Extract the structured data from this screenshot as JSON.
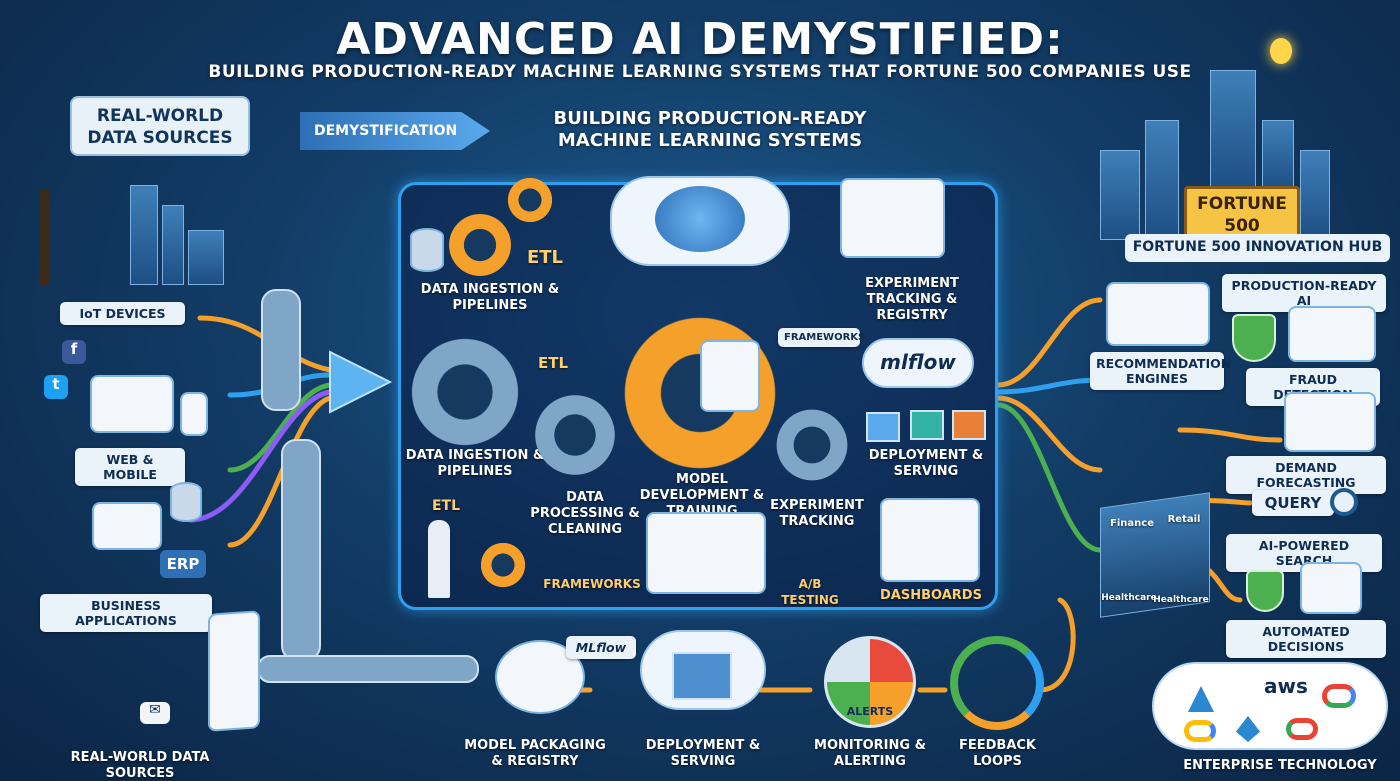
{
  "header": {
    "title": "ADVANCED AI DEMYSTIFIED:",
    "subtitle": "BUILDING PRODUCTION-READY MACHINE LEARNING SYSTEMS THAT FORTUNE 500 COMPANIES USE"
  },
  "left": {
    "sources_title": "REAL-WORLD DATA SOURCES",
    "demystification": "DEMYSTIFICATION",
    "iot": "IoT DEVICES",
    "web_mobile": "WEB & MOBILE",
    "business_apps": "BUSINESS APPLICATIONS",
    "erp": "ERP",
    "real_world_bottom": "REAL-WORLD DATA SOURCES"
  },
  "core": {
    "heading": "BUILDING PRODUCTION-READY MACHINE LEARNING SYSTEMS",
    "etl_1": "ETL",
    "etl_2": "ETL",
    "etl_3": "ETL",
    "ingestion_top": "DATA INGESTION & PIPELINES",
    "ingestion_mid": "DATA INGESTION & PIPELINES",
    "processing": "DATA PROCESSING & CLEANING",
    "model_dev": "MODEL DEVELOPMENT & TRAINING",
    "experiment_registry": "EXPERIMENT TRACKING & REGISTRY",
    "frameworks_top": "FRAMEWORKS",
    "mlflow_core": "mlflow",
    "deploy_serving": "DEPLOYMENT & SERVING",
    "experiment_tracking": "EXPERIMENT TRACKING",
    "frameworks_bottom": "FRAMEWORKS",
    "ab_testing": "A/B TESTING",
    "dashboards": "DASHBOARDS"
  },
  "bottom": {
    "mlflow_badge": "MLflow",
    "packaging": "MODEL PACKAGING & REGISTRY",
    "deployment": "DEPLOYMENT & SERVING",
    "alerts": "ALERTS",
    "monitoring": "MONITORING & ALERTING",
    "feedback": "FEEDBACK LOOPS"
  },
  "right": {
    "fortune_sign": "FORTUNE 500",
    "hub": "FORTUNE 500 INNOVATION HUB",
    "production_ai": "PRODUCTION-READY AI",
    "recommendation": "RECOMMENDATION ENGINES",
    "fraud": "FRAUD DETECTION",
    "demand": "DEMAND FORECASTING",
    "query": "QUERY",
    "search": "AI-POWERED SEARCH",
    "automated": "AUTOMATED DECISIONS",
    "finance": "Finance",
    "retail": "Retail",
    "healthcare": "Healthcare",
    "healthcare_2": "Healthcare",
    "aws": "aws",
    "enterprise": "ENTERPRISE TECHNOLOGY"
  },
  "colors": {
    "accent_orange": "#f4a02a",
    "accent_blue": "#2fa0ee",
    "flow_purple": "#8b5cf6",
    "flow_green": "#4caf50"
  }
}
